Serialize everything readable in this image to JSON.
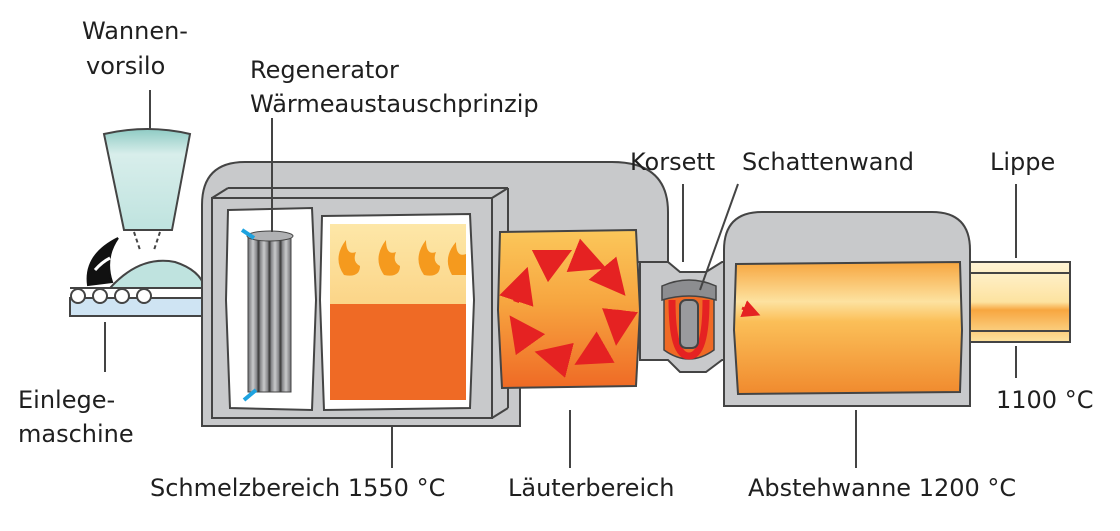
{
  "labels": {
    "silo_line1": "Wannen-",
    "silo_line2": "vorsilo",
    "regenerator_line1": "Regenerator",
    "regenerator_line2": "Wärmeaustauschprinzip",
    "korsett": "Korsett",
    "schattenwand": "Schattenwand",
    "lippe": "Lippe",
    "einlege_line1": "Einlege-",
    "einlege_line2": "maschine",
    "temp_lippe": "1100 °C",
    "schmelzbereich": "Schmelzbereich 1550 °C",
    "lauterbereich": "Läuterbereich",
    "abstehwanne": "Abstehwanne 1200 °C"
  },
  "colors": {
    "housing_gray": "#c8c9cb",
    "housing_dark": "#8c8d90",
    "glass_hot": "#ef6a25",
    "glass_warm": "#f7a640",
    "glass_light": "#fde3a0",
    "flame": "#f59a1e",
    "arrow_red": "#e52222",
    "silo_fill": "#bfe3df",
    "conveyor_blue": "#cfe4f3",
    "regen_tube": "#9a9b9e"
  },
  "icons": [
    "flame-icon",
    "circulation-arrow-icon",
    "conveyor-roller-icon",
    "batch-pile-icon"
  ]
}
